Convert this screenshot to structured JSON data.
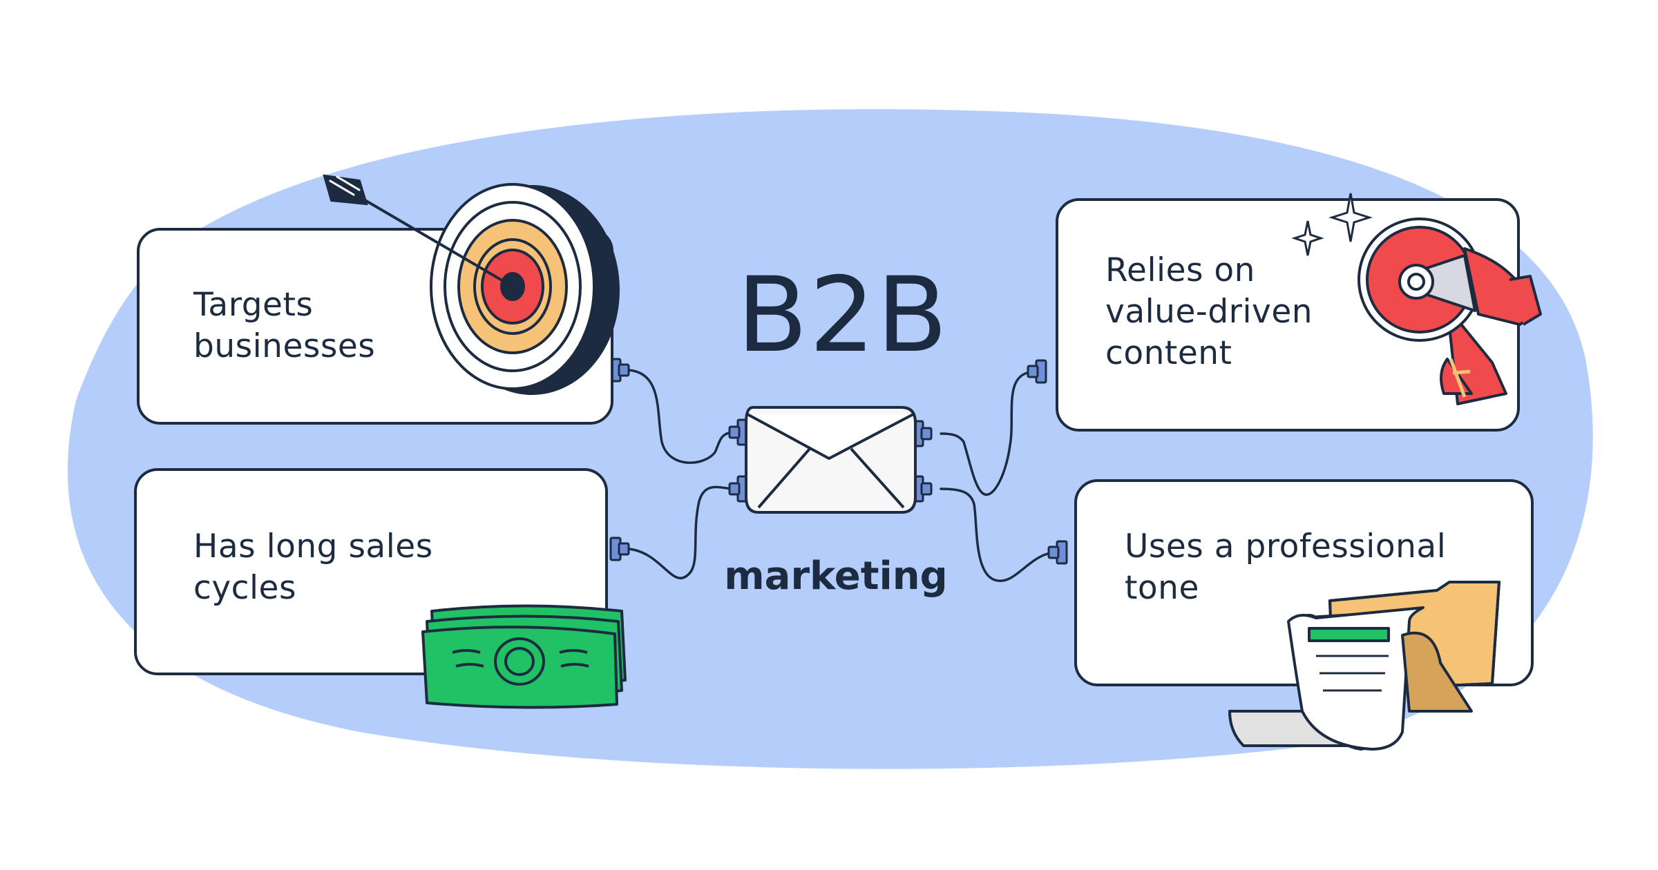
{
  "title": "B2B",
  "subtitle": "marketing",
  "cards": [
    {
      "id": "targets",
      "text": "Targets\nbusinesses"
    },
    {
      "id": "sales",
      "text": "Has long sales\ncycles"
    },
    {
      "id": "content",
      "text": "Relies on\nvalue-driven\ncontent"
    },
    {
      "id": "tone",
      "text": "Uses a professional\ntone"
    }
  ],
  "colors": {
    "blob": "#b4cdfb",
    "outline": "#1c2b40",
    "connector": "#6f8fd8",
    "target_red": "#f04a4c",
    "target_orange": "#f6c277",
    "money_green": "#21c166",
    "folder": "#f5c375",
    "shadow": "#e1e1e1"
  },
  "icons": [
    "target-icon",
    "arrow-icon",
    "money-icon",
    "megaphone-icon",
    "document-folder-icon",
    "envelope-icon",
    "sparkle-icon"
  ]
}
